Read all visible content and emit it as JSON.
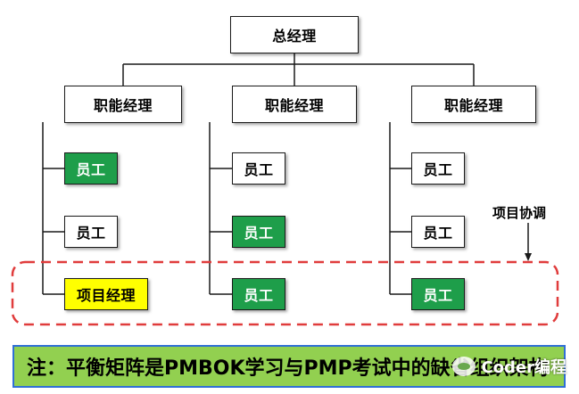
{
  "top": {
    "label": "总经理"
  },
  "columns": [
    {
      "manager": "职能经理",
      "staff": [
        {
          "label": "员工",
          "style": "green"
        },
        {
          "label": "员工",
          "style": "white"
        },
        {
          "label": "项目经理",
          "style": "yellow"
        }
      ]
    },
    {
      "manager": "职能经理",
      "staff": [
        {
          "label": "员工",
          "style": "white"
        },
        {
          "label": "员工",
          "style": "green"
        },
        {
          "label": "员工",
          "style": "green"
        }
      ]
    },
    {
      "manager": "职能经理",
      "staff": [
        {
          "label": "员工",
          "style": "white"
        },
        {
          "label": "员工",
          "style": "white"
        },
        {
          "label": "员工",
          "style": "green"
        }
      ]
    }
  ],
  "coordination_label": "项目协调",
  "note": "注：平衡矩阵是PMBOK学习与PMP考试中的缺省组织架构",
  "watermark": "Coder编程",
  "colors": {
    "green": "#1e9e4a",
    "yellow": "#ffff00",
    "dashed_border": "#e03c3c",
    "note_bg": "#92d050",
    "note_border": "#2f6fd6"
  }
}
